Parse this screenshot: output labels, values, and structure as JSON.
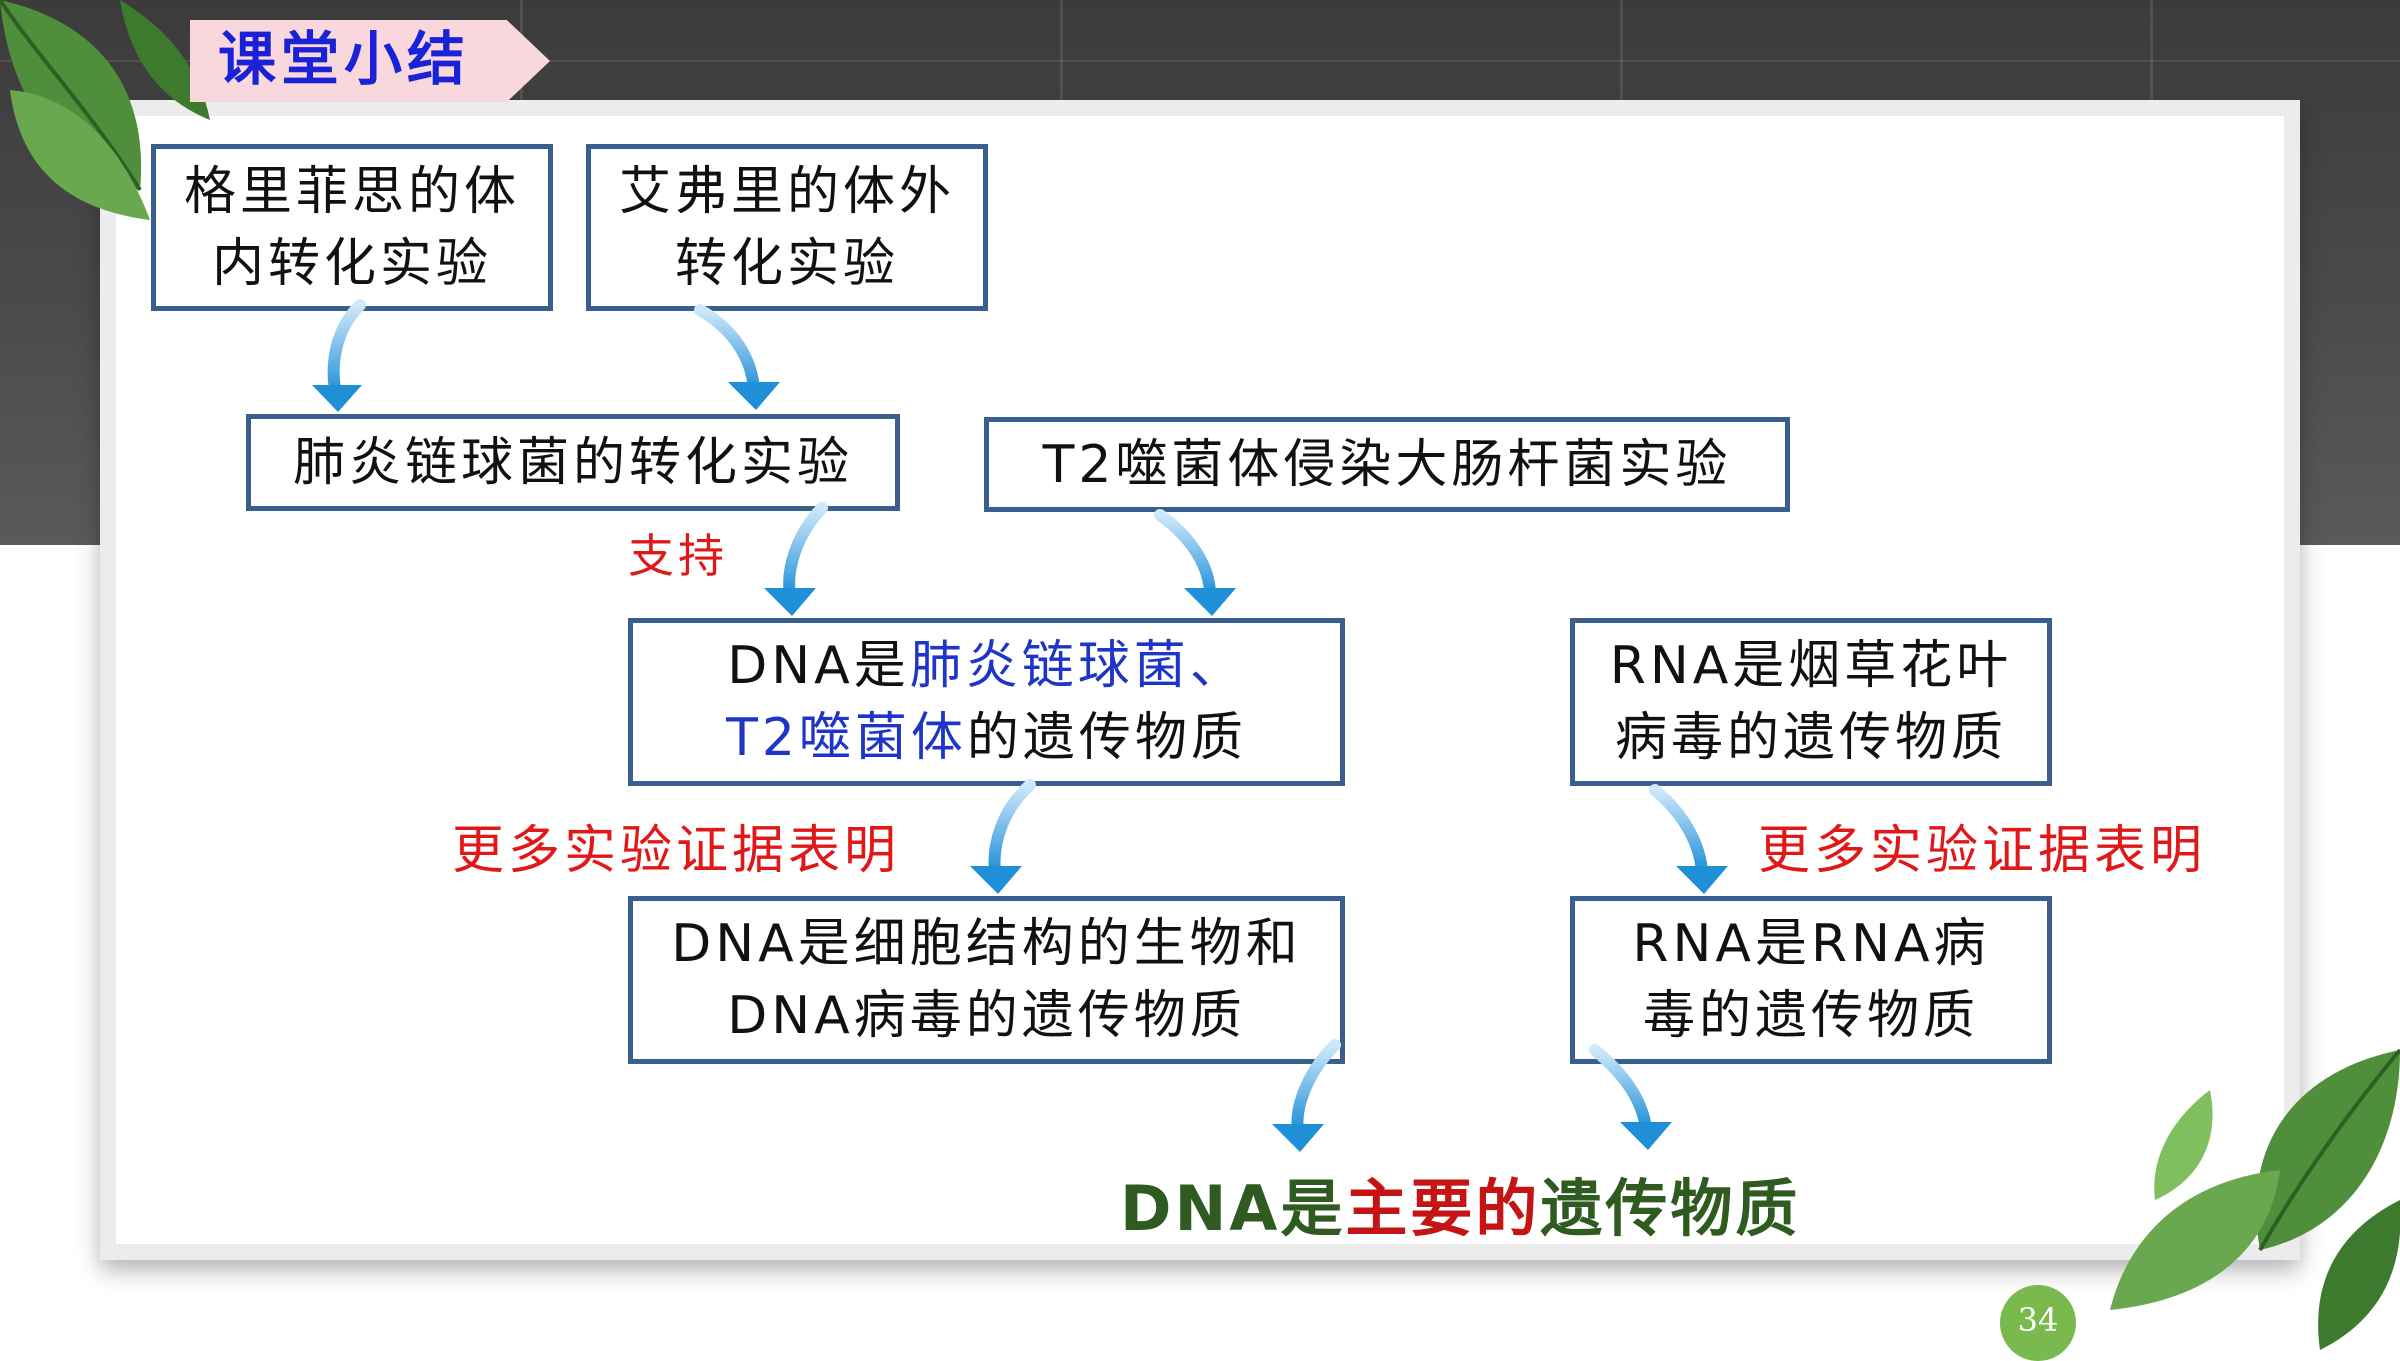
{
  "title": "课堂小结",
  "boxes": {
    "griffith": "格里菲思的体内转化实验",
    "avery": "艾弗里的体外转化实验",
    "pneumococcus": "肺炎链球菌的转化实验",
    "t2": "T2噬菌体侵染大肠杆菌实验",
    "dna_material": {
      "prefix": "DNA是",
      "blue_1": "肺炎链球菌、",
      "blue_2": "T2噬菌体",
      "suffix": "的遗传物质"
    },
    "rna_tobacco": "RNA是烟草花叶病毒的遗传物质",
    "dna_cellular": "DNA是细胞结构的生物和DNA病毒的遗传物质",
    "rna_virus": "RNA是RNA病毒的遗传物质"
  },
  "labels": {
    "support": "支持",
    "more_evidence_left": "更多实验证据表明",
    "more_evidence_right": "更多实验证据表明"
  },
  "conclusion": {
    "part1": "DNA是",
    "part2": "主要的",
    "part3": "遗传物质"
  },
  "page_number": "34",
  "colors": {
    "box_border": "#3a5f8f",
    "title_text": "#1a22d8",
    "title_bg": "#f8d7dd",
    "blue_text": "#1e35c8",
    "red_text": "#e01818",
    "conclusion_green": "#2f5a20",
    "arrow": "#1f8fd8",
    "page_badge": "#79b94d"
  },
  "icons": [
    "arrow-icon",
    "leaf-decoration"
  ]
}
